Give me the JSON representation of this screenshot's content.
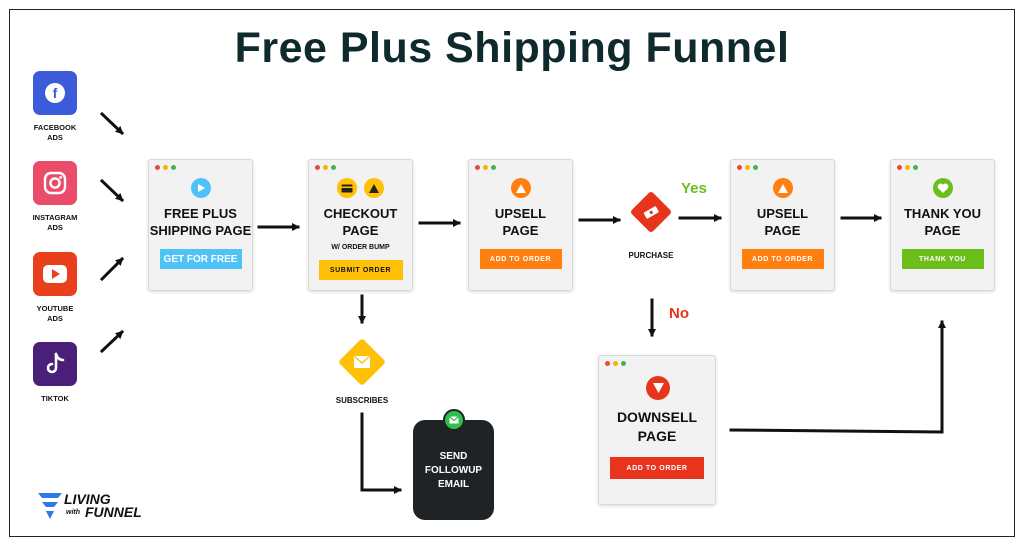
{
  "title": "Free Plus Shipping Funnel",
  "sources": [
    {
      "label_line1": "FACEBOOK",
      "label_line2": "ADS",
      "icon": "facebook-icon",
      "color": "#3b5bdb"
    },
    {
      "label_line1": "INSTAGRAM",
      "label_line2": "ADS",
      "icon": "instagram-icon",
      "color": "#ea4c6a"
    },
    {
      "label_line1": "YOUTUBE",
      "label_line2": "ADS",
      "icon": "youtube-icon",
      "color": "#e8401c"
    },
    {
      "label_line1": "TIKTOK",
      "label_line2": "",
      "icon": "tiktok-icon",
      "color": "#4a1f7a"
    }
  ],
  "pages": {
    "free_plus": {
      "line1": "FREE PLUS",
      "line2": "SHIPPING PAGE",
      "button": "GET FOR FREE",
      "button_color": "#4fc3f7"
    },
    "checkout": {
      "line1": "CHECKOUT",
      "line2": "PAGE",
      "note": "W/ ORDER BUMP",
      "button": "SUBMIT ORDER",
      "button_color": "#ffc107"
    },
    "upsell1": {
      "line1": "UPSELL",
      "line2": "PAGE",
      "button": "ADD TO ORDER",
      "button_color": "#ff7f11"
    },
    "upsell2": {
      "line1": "UPSELL",
      "line2": "PAGE",
      "button": "ADD TO ORDER",
      "button_color": "#ff7f11"
    },
    "thank_you": {
      "line1": "THANK YOU",
      "line2": "PAGE",
      "button": "THANK YOU",
      "button_color": "#6cbf1a"
    },
    "downsell": {
      "line1": "DOWNSELL",
      "line2": "PAGE",
      "button": "ADD TO ORDER",
      "button_color": "#e8341c"
    }
  },
  "decisions": {
    "purchase": {
      "label": "PURCHASE",
      "yes": "Yes",
      "no": "No",
      "color": "#e8341c"
    },
    "subscribes": {
      "label": "SUBSCRIBES",
      "color": "#ffc107"
    }
  },
  "email": {
    "line1": "SEND",
    "line2": "FOLLOWUP",
    "line3": "EMAIL"
  },
  "logo": {
    "word1": "LIVING",
    "word2": "with",
    "word3": "FUNNEL"
  },
  "colors": {
    "yes": "#6cbf1a",
    "no": "#e8341c",
    "title": "#0f2a2d"
  }
}
